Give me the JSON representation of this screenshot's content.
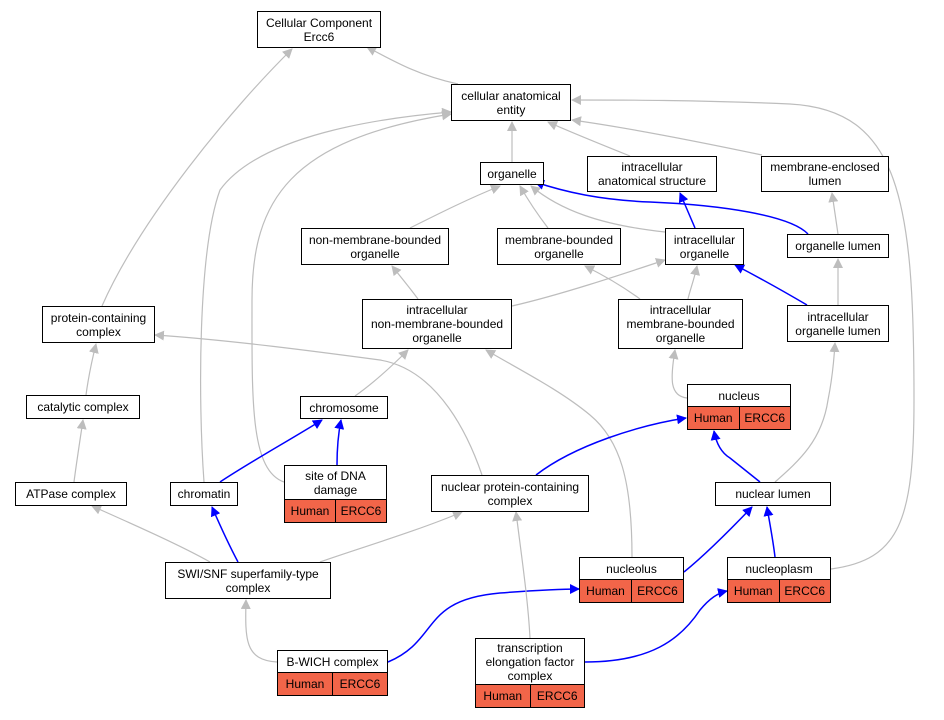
{
  "colors": {
    "is_a_edge": "#bdbdbd",
    "part_of_edge": "#0000ff",
    "annotation_fill": "#f26549",
    "node_border": "#000000",
    "node_fill": "#ffffff"
  },
  "nodes": {
    "cellular_component_ercc6": {
      "label": "Cellular Component\nErcc6"
    },
    "cellular_anatomical_entity": {
      "label": "cellular anatomical\nentity"
    },
    "organelle": {
      "label": "organelle"
    },
    "intracellular_anatomical_structure": {
      "label": "intracellular\nanatomical structure"
    },
    "membrane_enclosed_lumen": {
      "label": "membrane-enclosed\nlumen"
    },
    "non_membrane_bounded_organelle": {
      "label": "non-membrane-bounded\norganelle"
    },
    "membrane_bounded_organelle": {
      "label": "membrane-bounded\norganelle"
    },
    "intracellular_organelle": {
      "label": "intracellular\norganelle"
    },
    "organelle_lumen": {
      "label": "organelle lumen"
    },
    "protein_containing_complex": {
      "label": "protein-containing\ncomplex"
    },
    "intracellular_non_membrane_bounded_organelle": {
      "label": "intracellular\nnon-membrane-bounded\norganelle"
    },
    "intracellular_membrane_bounded_organelle": {
      "label": "intracellular\nmembrane-bounded\norganelle"
    },
    "intracellular_organelle_lumen": {
      "label": "intracellular\norganelle lumen"
    },
    "catalytic_complex": {
      "label": "catalytic complex"
    },
    "chromosome": {
      "label": "chromosome"
    },
    "nucleus": {
      "label": "nucleus",
      "species": "Human",
      "gene": "ERCC6"
    },
    "atpase_complex": {
      "label": "ATPase complex"
    },
    "chromatin": {
      "label": "chromatin"
    },
    "site_of_dna_damage": {
      "label": "site of DNA\ndamage",
      "species": "Human",
      "gene": "ERCC6"
    },
    "nuclear_protein_containing_complex": {
      "label": "nuclear protein-containing\ncomplex"
    },
    "nuclear_lumen": {
      "label": "nuclear lumen"
    },
    "swi_snf_superfamily_type_complex": {
      "label": "SWI/SNF superfamily-type\ncomplex"
    },
    "nucleolus": {
      "label": "nucleolus",
      "species": "Human",
      "gene": "ERCC6"
    },
    "nucleoplasm": {
      "label": "nucleoplasm",
      "species": "Human",
      "gene": "ERCC6"
    },
    "b_wich_complex": {
      "label": "B-WICH complex",
      "species": "Human",
      "gene": "ERCC6"
    },
    "transcription_elongation_factor_complex": {
      "label": "transcription\nelongation factor\ncomplex",
      "species": "Human",
      "gene": "ERCC6"
    }
  },
  "edges": [
    {
      "from": "cellular_anatomical_entity",
      "to": "cellular_component_ercc6",
      "type": "is_a"
    },
    {
      "from": "protein_containing_complex",
      "to": "cellular_component_ercc6",
      "type": "is_a"
    },
    {
      "from": "organelle",
      "to": "cellular_anatomical_entity",
      "type": "is_a"
    },
    {
      "from": "intracellular_anatomical_structure",
      "to": "cellular_anatomical_entity",
      "type": "is_a"
    },
    {
      "from": "membrane_enclosed_lumen",
      "to": "cellular_anatomical_entity",
      "type": "is_a"
    },
    {
      "from": "chromatin",
      "to": "cellular_anatomical_entity",
      "type": "is_a"
    },
    {
      "from": "site_of_dna_damage",
      "to": "cellular_anatomical_entity",
      "type": "is_a"
    },
    {
      "from": "nucleoplasm",
      "to": "cellular_anatomical_entity",
      "type": "is_a"
    },
    {
      "from": "non_membrane_bounded_organelle",
      "to": "organelle",
      "type": "is_a"
    },
    {
      "from": "membrane_bounded_organelle",
      "to": "organelle",
      "type": "is_a"
    },
    {
      "from": "intracellular_organelle",
      "to": "organelle",
      "type": "is_a"
    },
    {
      "from": "organelle_lumen",
      "to": "organelle",
      "type": "part_of"
    },
    {
      "from": "intracellular_organelle",
      "to": "intracellular_anatomical_structure",
      "type": "part_of"
    },
    {
      "from": "organelle_lumen",
      "to": "membrane_enclosed_lumen",
      "type": "is_a"
    },
    {
      "from": "intracellular_non_membrane_bounded_organelle",
      "to": "non_membrane_bounded_organelle",
      "type": "is_a"
    },
    {
      "from": "intracellular_non_membrane_bounded_organelle",
      "to": "intracellular_organelle",
      "type": "is_a"
    },
    {
      "from": "intracellular_membrane_bounded_organelle",
      "to": "membrane_bounded_organelle",
      "type": "is_a"
    },
    {
      "from": "intracellular_membrane_bounded_organelle",
      "to": "intracellular_organelle",
      "type": "is_a"
    },
    {
      "from": "intracellular_organelle_lumen",
      "to": "intracellular_organelle",
      "type": "part_of"
    },
    {
      "from": "intracellular_organelle_lumen",
      "to": "organelle_lumen",
      "type": "is_a"
    },
    {
      "from": "catalytic_complex",
      "to": "protein_containing_complex",
      "type": "is_a"
    },
    {
      "from": "atpase_complex",
      "to": "catalytic_complex",
      "type": "is_a"
    },
    {
      "from": "chromosome",
      "to": "intracellular_non_membrane_bounded_organelle",
      "type": "is_a"
    },
    {
      "from": "nucleolus",
      "to": "intracellular_non_membrane_bounded_organelle",
      "type": "is_a"
    },
    {
      "from": "nucleus",
      "to": "intracellular_membrane_bounded_organelle",
      "type": "is_a"
    },
    {
      "from": "nuclear_lumen",
      "to": "intracellular_organelle_lumen",
      "type": "is_a"
    },
    {
      "from": "chromatin",
      "to": "chromosome",
      "type": "part_of"
    },
    {
      "from": "site_of_dna_damage",
      "to": "chromosome",
      "type": "part_of"
    },
    {
      "from": "nuclear_lumen",
      "to": "nucleus",
      "type": "part_of"
    },
    {
      "from": "nuclear_protein_containing_complex",
      "to": "nucleus",
      "type": "part_of"
    },
    {
      "from": "nuclear_protein_containing_complex",
      "to": "protein_containing_complex",
      "type": "is_a"
    },
    {
      "from": "swi_snf_superfamily_type_complex",
      "to": "atpase_complex",
      "type": "is_a"
    },
    {
      "from": "swi_snf_superfamily_type_complex",
      "to": "chromatin",
      "type": "part_of"
    },
    {
      "from": "swi_snf_superfamily_type_complex",
      "to": "nuclear_protein_containing_complex",
      "type": "is_a"
    },
    {
      "from": "nucleolus",
      "to": "nuclear_lumen",
      "type": "part_of"
    },
    {
      "from": "nucleoplasm",
      "to": "nuclear_lumen",
      "type": "part_of"
    },
    {
      "from": "b_wich_complex",
      "to": "swi_snf_superfamily_type_complex",
      "type": "is_a"
    },
    {
      "from": "b_wich_complex",
      "to": "nucleolus",
      "type": "part_of"
    },
    {
      "from": "transcription_elongation_factor_complex",
      "to": "nuclear_protein_containing_complex",
      "type": "is_a"
    },
    {
      "from": "transcription_elongation_factor_complex",
      "to": "nucleoplasm",
      "type": "part_of"
    }
  ]
}
